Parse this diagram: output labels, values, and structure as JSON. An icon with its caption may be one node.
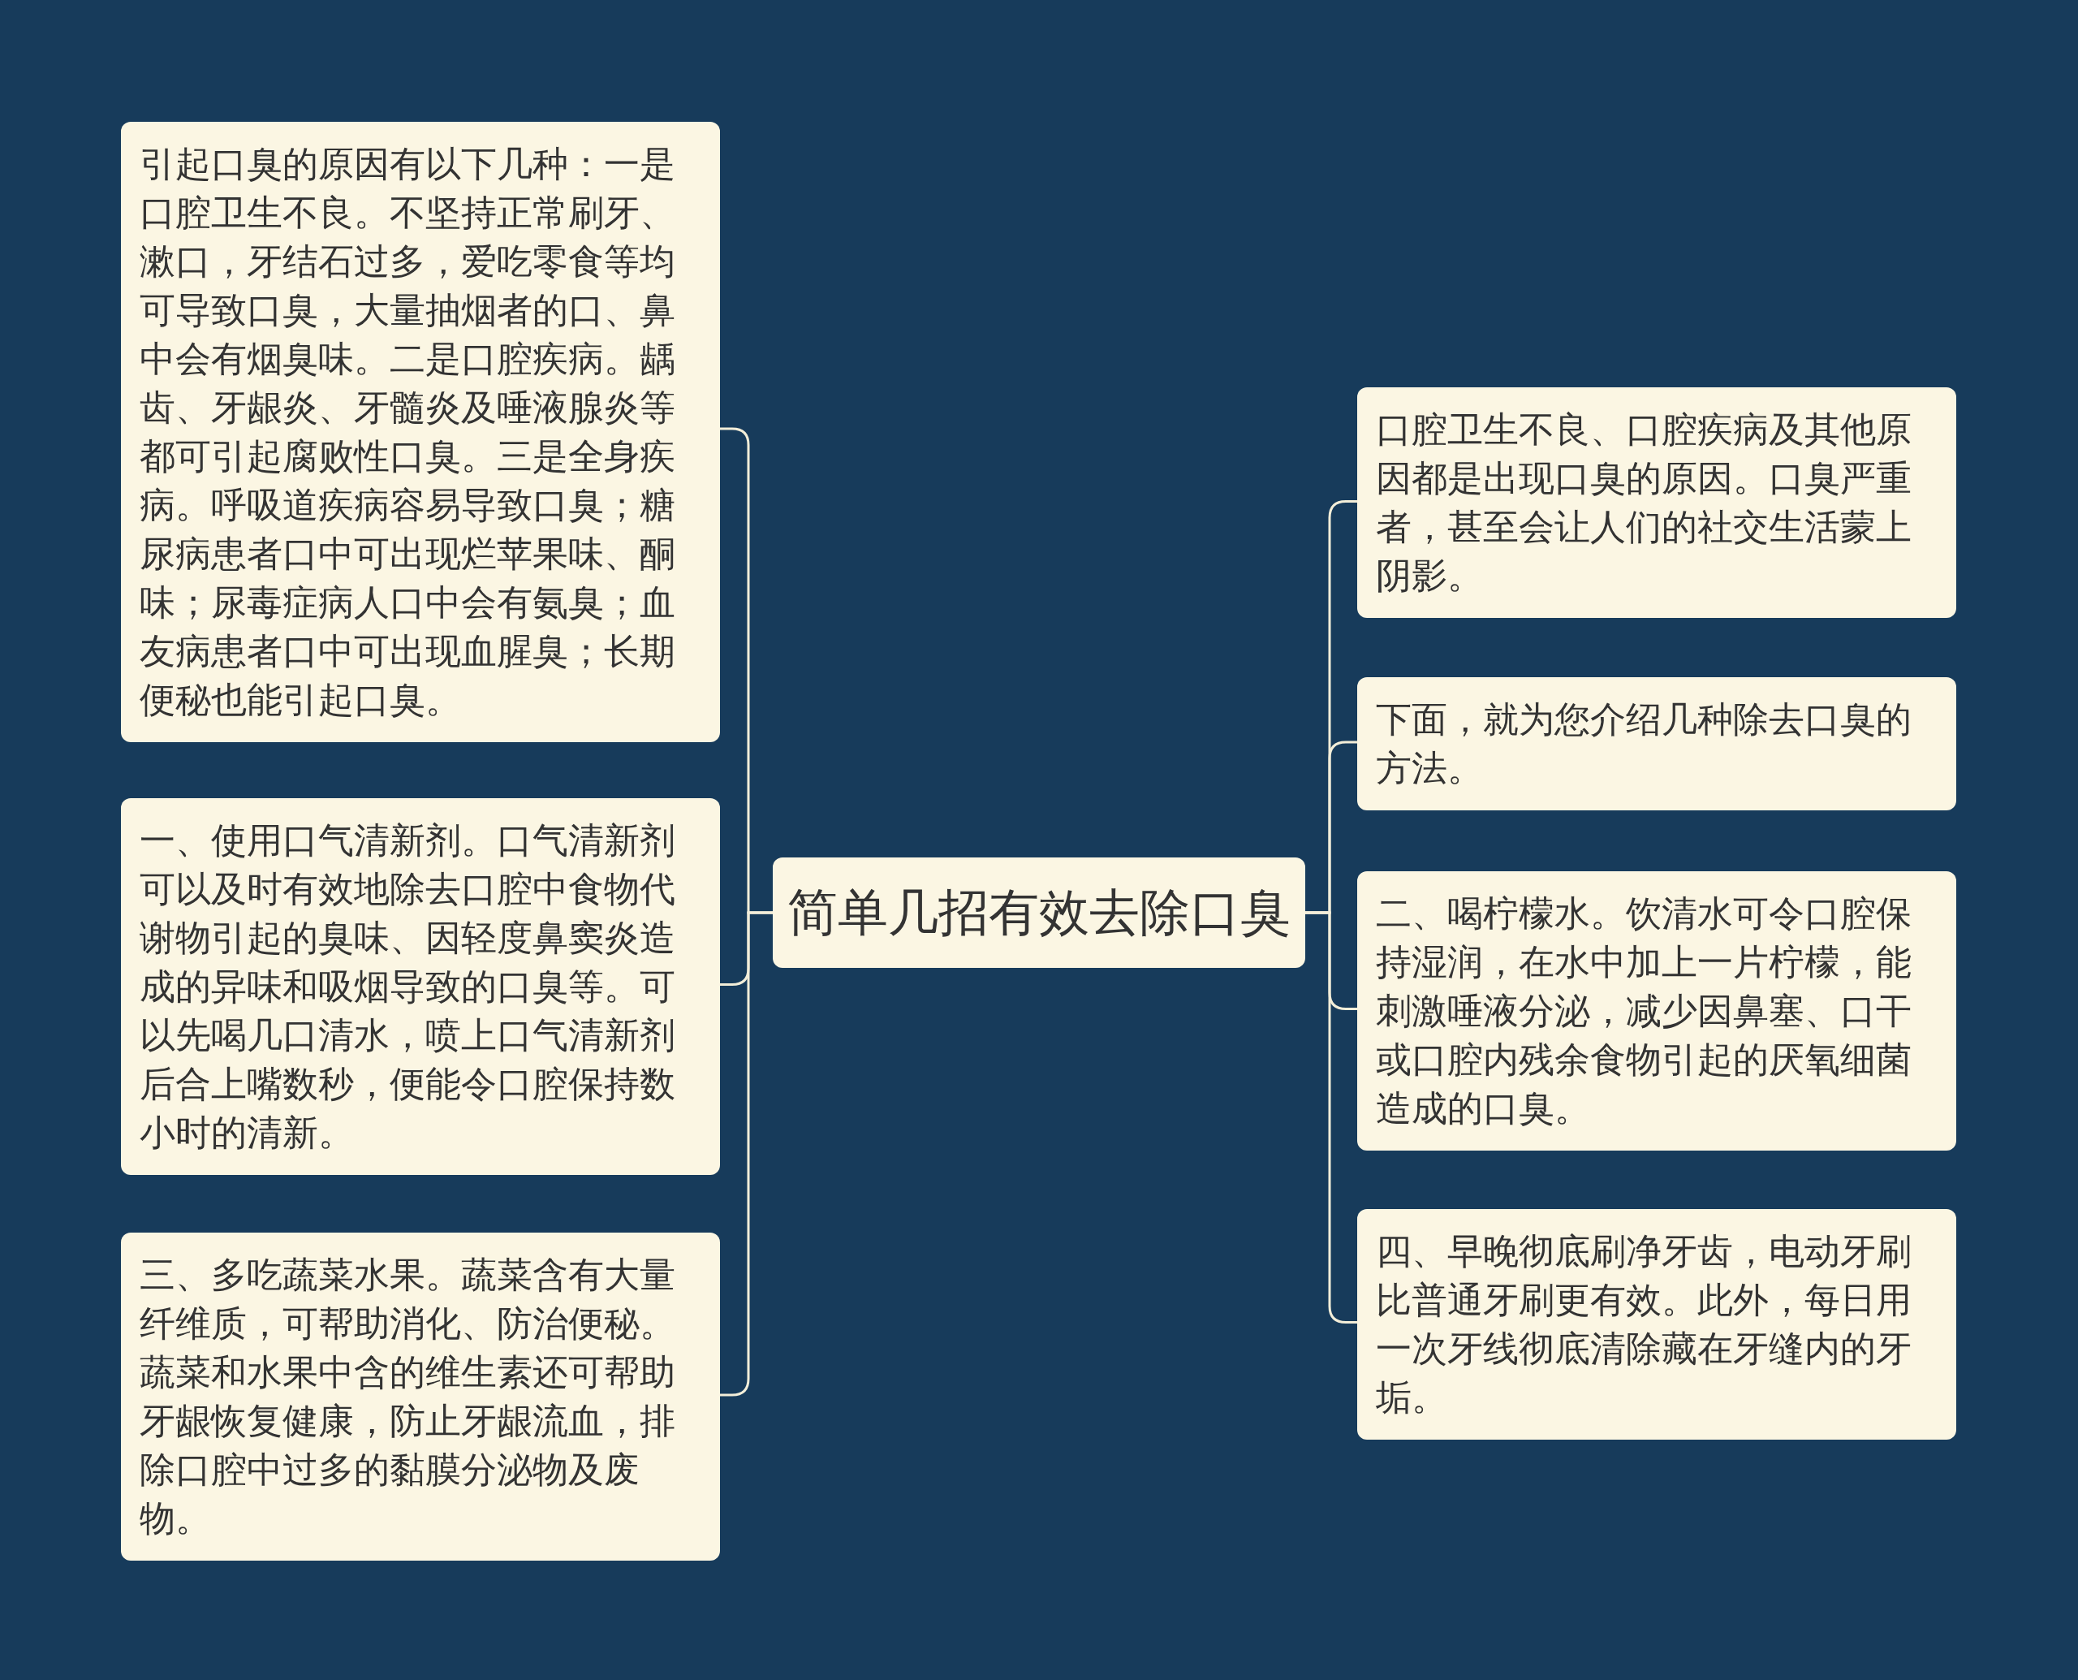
{
  "diagram": {
    "nodes": [
      {
        "text": [
          "简单几招有效去除口臭"
        ]
      },
      {
        "text": [
          "引起口臭的原因有以下几种：一是口腔卫生不良。不坚持正常刷牙、漱口，牙结石过多，爱吃零食等均可导致口臭，大量抽烟者的口、鼻中会有烟臭味。二是口腔疾病。龋齿、牙龈炎、牙髓炎及唾液腺炎等都可引起腐败性口臭。三是全身疾病。呼吸道疾病容易导致口臭；糖尿病患者口中可出现烂苹果味、酮味；尿毒症病人口中会有氨臭；血友病患者口中可出现血腥臭；长期便秘也能引起口臭。"
        ]
      },
      {
        "text": [
          "一、使用口气清新剂。口气清新剂可以及时有效地除去口腔中食物代谢物引起的臭味、因轻度鼻窦炎造成的异味和吸烟导致的口臭等。可以先喝几口清水，喷上口气清新剂后合上嘴数秒，便能令口腔保持数小时的清新。"
        ]
      },
      {
        "text": [
          "三、多吃蔬菜水果。蔬菜含有大量纤维质，可帮助消化、防治便秘。蔬菜和水果中含的维生素还可帮助牙龈恢复健康，防止牙龈流血，排除口腔中过多的黏膜分泌物及废物。"
        ]
      },
      {
        "text": [
          "口腔卫生不良、口腔疾病及其他原因都是出现口臭的原因。口臭严重者，甚至会让人们的社交生活蒙上阴影。"
        ]
      },
      {
        "text": [
          "下面，就为您介绍几种除去口臭的方法。"
        ]
      },
      {
        "text": [
          "二、喝柠檬水。饮清水可令口腔保持湿润，在水中加上一片柠檬，能刺激唾液分泌，减少因鼻塞、口干或口腔内残余食物引起的厌氧细菌造成的口臭。"
        ]
      },
      {
        "text": [
          "四、早晚彻底刷净牙齿，电动牙刷比普通牙刷更有效。此外，每日用一次牙线彻底清除藏在牙缝内的牙垢。"
        ]
      }
    ],
    "edges": [
      {
        "from": 0,
        "to": 1,
        "arrow": "none"
      },
      {
        "from": 0,
        "to": 2,
        "arrow": "none"
      },
      {
        "from": 0,
        "to": 3,
        "arrow": "none"
      },
      {
        "from": 0,
        "to": 4,
        "arrow": "none"
      },
      {
        "from": 0,
        "to": 5,
        "arrow": "none"
      },
      {
        "from": 0,
        "to": 6,
        "arrow": "none"
      },
      {
        "from": 0,
        "to": 7,
        "arrow": "none"
      }
    ]
  }
}
